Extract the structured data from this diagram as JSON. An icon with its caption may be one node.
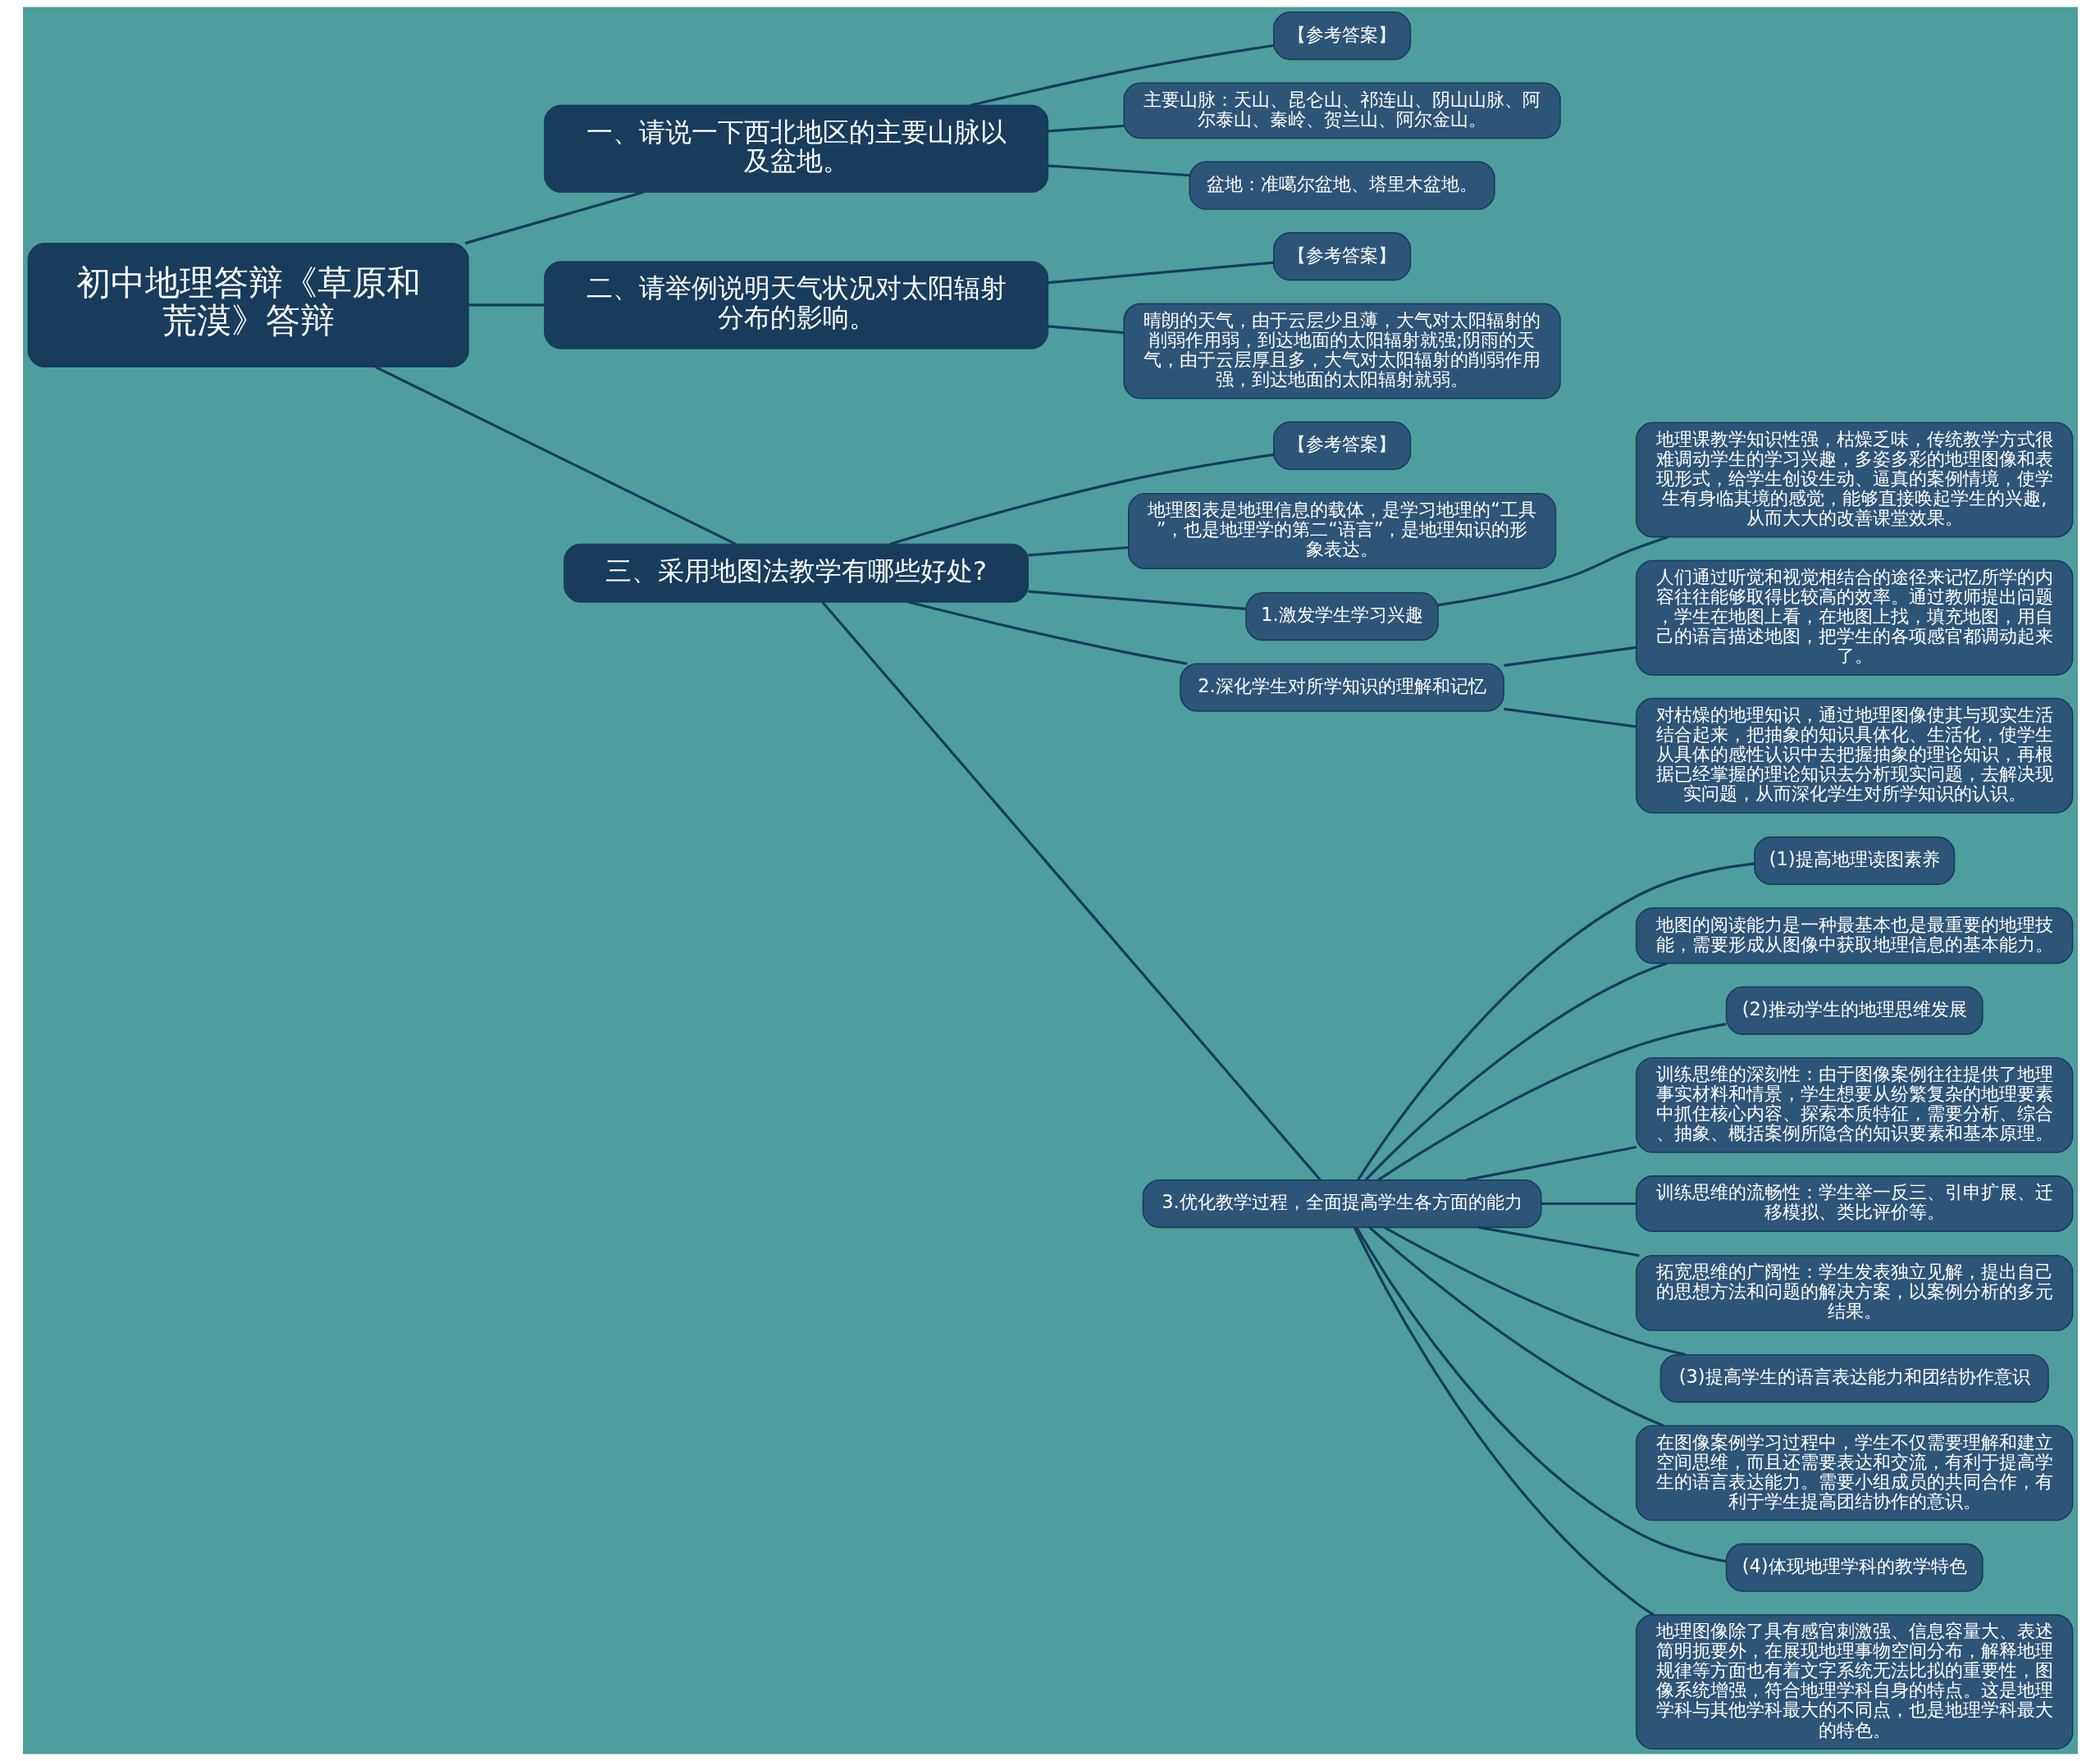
{
  "diagram": {
    "nodes": [
      {
        "text": [
          "初中地理答辩《草原和荒漠》答辩"
        ]
      },
      {
        "text": [
          "一、请说一下西北地区的主要山脉以及盆地。"
        ]
      },
      {
        "text": [
          "【参考答案】"
        ]
      },
      {
        "text": [
          "主要山脉：天山、昆仑山、祁连山、阴山山脉、阿尔泰山、秦岭、贺兰山、阿尔金山。"
        ]
      },
      {
        "text": [
          "盆地：准噶尔盆地、塔里木盆地。"
        ]
      },
      {
        "text": [
          "二、请举例说明天气状况对太阳辐射分布的影响。"
        ]
      },
      {
        "text": [
          "【参考答案】"
        ]
      },
      {
        "text": [
          "晴朗的天气，由于云层少且薄，大气对太阳辐射的削弱作用弱，到达地面的太阳辐射就强;阴雨的天气，由于云层厚且多，大气对太阳辐射的削弱作用强，到达地面的太阳辐射就弱。"
        ]
      },
      {
        "text": [
          "三、采用地图法教学有哪些好处?"
        ]
      },
      {
        "text": [
          "【参考答案】"
        ]
      },
      {
        "text": [
          "地理图表是地理信息的载体，是学习地理的“工具”，也是地理学的第二“语言”，是地理知识的形象表达。"
        ]
      },
      {
        "text": [
          "1.激发学生学习兴趣"
        ]
      },
      {
        "text": [
          "地理课教学知识性强，枯燥乏味，传统教学方式很难调动学生的学习兴趣，多姿多彩的地理图像和表现形式，给学生创设生动、逼真的案例情境，使学生有身临其境的感觉，能够直接唤起学生的兴趣,从而大大的改善课堂效果。"
        ]
      },
      {
        "text": [
          "2.深化学生对所学知识的理解和记忆"
        ]
      },
      {
        "text": [
          "人们通过听觉和视觉相结合的途径来记忆所学的内容往往能够取得比较高的效率。通过教师提出问题，学生在地图上看，在地图上找，填充地图，用自己的语言描述地图，把学生的各项感官都调动起来了。"
        ]
      },
      {
        "text": [
          "对枯燥的地理知识，通过地理图像使其与现实生活结合起来，把抽象的知识具体化、生活化，使学生从具体的感性认识中去把握抽象的理论知识，再根据已经掌握的理论知识去分析现实问题，去解决现实问题，从而深化学生对所学知识的认识。"
        ]
      },
      {
        "text": [
          "3.优化教学过程，全面提高学生各方面的能力"
        ]
      },
      {
        "text": [
          "(1)提高地理读图素养"
        ]
      },
      {
        "text": [
          "地图的阅读能力是一种最基本也是最重要的地理技能，需要形成从图像中获取地理信息的基本能力。"
        ]
      },
      {
        "text": [
          "(2)推动学生的地理思维发展"
        ]
      },
      {
        "text": [
          "训练思维的深刻性：由于图像案例往往提供了地理事实材料和情景，学生想要从纷繁复杂的地理要素中抓住核心内容、探索本质特征，需要分析、综合、抽象、概括案例所隐含的知识要素和基本原理。"
        ]
      },
      {
        "text": [
          "训练思维的流畅性：学生举一反三、引申扩展、迁移模拟、类比评价等。"
        ]
      },
      {
        "text": [
          "拓宽思维的广阔性：学生发表独立见解，提出自己的思想方法和问题的解决方案，以案例分析的多元结果。"
        ]
      },
      {
        "text": [
          "(3)提高学生的语言表达能力和团结协作意识"
        ]
      },
      {
        "text": [
          "在图像案例学习过程中，学生不仅需要理解和建立空间思维，而且还需要表达和交流，有利于提高学生的语言表达能力。需要小组成员的共同合作，有利于学生提高团结协作的意识。"
        ]
      },
      {
        "text": [
          "(4)体现地理学科的教学特色"
        ]
      },
      {
        "text": [
          "地理图像除了具有感官刺激强、信息容量大、表述简明扼要外，在展现地理事物空间分布，解释地理规律等方面也有着文字系统无法比拟的重要性，图像系统增强，符合地理学科自身的特点。这是地理学科与其他学科最大的不同点，也是地理学科最大的特色。"
        ]
      }
    ],
    "edges": [
      {
        "from": 0,
        "to": 1,
        "arrow": "none"
      },
      {
        "from": 1,
        "to": 2,
        "arrow": "none"
      },
      {
        "from": 1,
        "to": 3,
        "arrow": "none"
      },
      {
        "from": 1,
        "to": 4,
        "arrow": "none"
      },
      {
        "from": 0,
        "to": 5,
        "arrow": "none"
      },
      {
        "from": 5,
        "to": 6,
        "arrow": "none"
      },
      {
        "from": 5,
        "to": 7,
        "arrow": "none"
      },
      {
        "from": 0,
        "to": 8,
        "arrow": "none"
      },
      {
        "from": 8,
        "to": 9,
        "arrow": "none"
      },
      {
        "from": 8,
        "to": 10,
        "arrow": "none"
      },
      {
        "from": 8,
        "to": 11,
        "arrow": "none"
      },
      {
        "from": 11,
        "to": 12,
        "arrow": "none"
      },
      {
        "from": 8,
        "to": 13,
        "arrow": "none"
      },
      {
        "from": 13,
        "to": 14,
        "arrow": "none"
      },
      {
        "from": 13,
        "to": 15,
        "arrow": "none"
      },
      {
        "from": 8,
        "to": 16,
        "arrow": "none"
      },
      {
        "from": 16,
        "to": 17,
        "arrow": "none"
      },
      {
        "from": 16,
        "to": 18,
        "arrow": "none"
      },
      {
        "from": 16,
        "to": 19,
        "arrow": "none"
      },
      {
        "from": 16,
        "to": 20,
        "arrow": "none"
      },
      {
        "from": 16,
        "to": 21,
        "arrow": "none"
      },
      {
        "from": 16,
        "to": 22,
        "arrow": "none"
      },
      {
        "from": 16,
        "to": 23,
        "arrow": "none"
      },
      {
        "from": 16,
        "to": 24,
        "arrow": "none"
      },
      {
        "from": 16,
        "to": 25,
        "arrow": "none"
      },
      {
        "from": 16,
        "to": 26,
        "arrow": "none"
      }
    ]
  }
}
